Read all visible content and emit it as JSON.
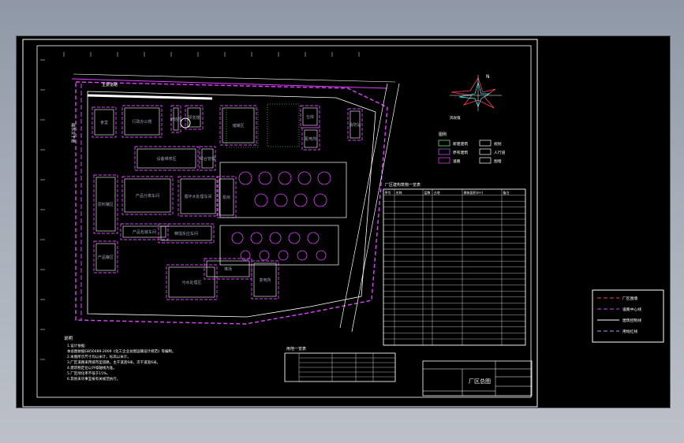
{
  "drawing": {
    "title_block_name": "厂区总图",
    "road_label": "主要道路",
    "road_label_2": "城市次干道",
    "buildings": [
      {
        "id": "b1",
        "label": "食堂"
      },
      {
        "id": "b2",
        "label": "行政办公楼"
      },
      {
        "id": "b3",
        "label": "倒班楼"
      },
      {
        "id": "b4",
        "label": "研发楼"
      },
      {
        "id": "b5",
        "label": "设备维修区"
      },
      {
        "id": "b6",
        "label": "综合管理"
      },
      {
        "id": "b7",
        "label": "产品分离车间"
      },
      {
        "id": "b8",
        "label": "循环水处理车间"
      },
      {
        "id": "b9",
        "label": "原料罐区"
      },
      {
        "id": "b10",
        "label": "产品包装车间"
      },
      {
        "id": "b11",
        "label": "精馏反应车间"
      },
      {
        "id": "b12",
        "label": "污水处理区"
      },
      {
        "id": "b13",
        "label": "堆场"
      },
      {
        "id": "b14",
        "label": "变电所"
      },
      {
        "id": "b15",
        "label": "消防站"
      },
      {
        "id": "b16",
        "label": "储罐区"
      },
      {
        "id": "b17",
        "label": "产品罐区"
      },
      {
        "id": "b18",
        "label": "泵房"
      },
      {
        "id": "b19",
        "label": "仓库"
      },
      {
        "id": "b20",
        "label": "配电所"
      }
    ],
    "notes_title": "说明",
    "notes": [
      "1.设计依据:",
      "  本总图依据GB50489-2009《化工企业总图运输设计规范》等编制。",
      "2.本图所示尺寸均以米计，标高以米计。",
      "3.厂区道路采用城市型道路，主干道宽9米，次干道宽6米。",
      "4.建筑物定位以外墙轴线为准。",
      "5.厂区绿化率不低于15%。",
      "6.其他未尽事宜按有关规范执行。"
    ],
    "legend_title": "图例",
    "legend_items": [
      {
        "label": "新建建筑"
      },
      {
        "label": "规划"
      },
      {
        "label": "原有建筑"
      },
      {
        "label": "人行道"
      },
      {
        "label": "道路"
      },
      {
        "label": "围墙"
      }
    ],
    "wind_label": "风玫瑰",
    "table_title": "厂区建构筑物一览表",
    "table_headers": [
      "序号",
      "名称",
      "层数",
      "占地",
      "建筑面积(m²)",
      "备注"
    ],
    "land_table_title": "用地一览表",
    "line_legend": [
      {
        "label": "厂区围墙"
      },
      {
        "label": "道路中心线"
      },
      {
        "label": "建筑控制线"
      },
      {
        "label": "用地红线"
      }
    ]
  }
}
